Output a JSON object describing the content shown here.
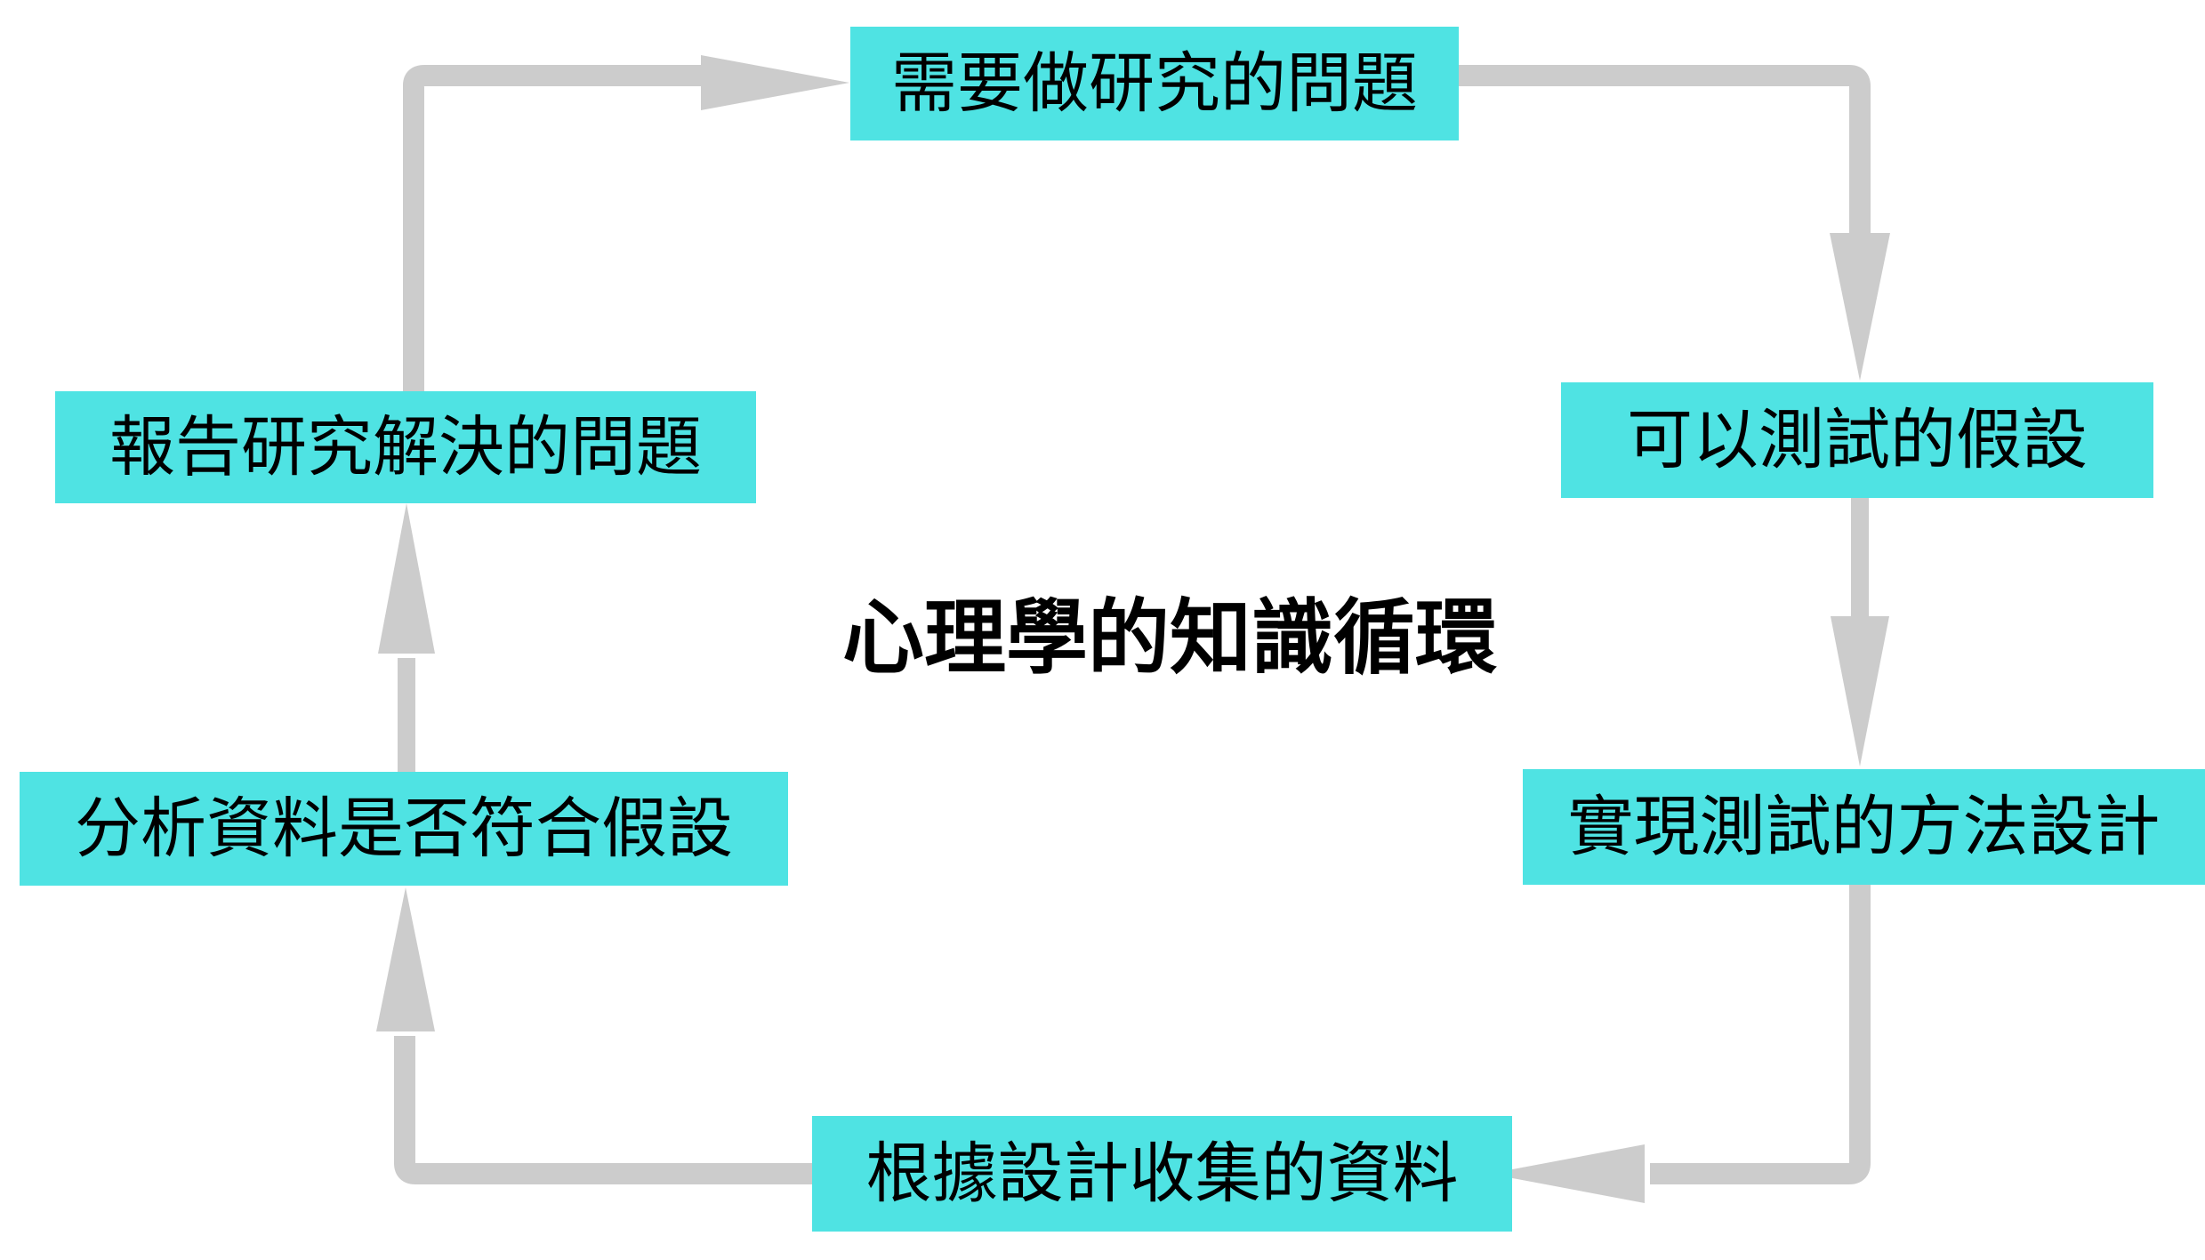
{
  "diagram": {
    "title": "心理學的知識循環",
    "colors": {
      "node_fill": "#4fe3e3",
      "node_text": "#000000",
      "arrow": "#cccccc",
      "background": "#ffffff"
    },
    "nodes": [
      {
        "id": "problem",
        "label": "需要做研究的問題",
        "position": "top"
      },
      {
        "id": "hypo",
        "label": "可以測試的假設",
        "position": "right-upper"
      },
      {
        "id": "method",
        "label": "實現測試的方法設計",
        "position": "right-lower"
      },
      {
        "id": "collect",
        "label": "根據設計收集的資料",
        "position": "bottom"
      },
      {
        "id": "analyze",
        "label": "分析資料是否符合假設",
        "position": "left-lower"
      },
      {
        "id": "report",
        "label": "報告研究解決的問題",
        "position": "left-upper"
      }
    ],
    "edges": [
      {
        "from": "report",
        "to": "problem",
        "shape": "elbow-up-right",
        "arrow_direction": "right"
      },
      {
        "from": "problem",
        "to": "hypo",
        "shape": "elbow-right-down",
        "arrow_direction": "down"
      },
      {
        "from": "hypo",
        "to": "method",
        "shape": "straight-vertical",
        "arrow_direction": "down"
      },
      {
        "from": "method",
        "to": "collect",
        "shape": "elbow-down-left",
        "arrow_direction": "left"
      },
      {
        "from": "collect",
        "to": "analyze",
        "shape": "elbow-left-up",
        "arrow_direction": "up"
      },
      {
        "from": "analyze",
        "to": "report",
        "shape": "straight-vertical",
        "arrow_direction": "up"
      }
    ]
  }
}
